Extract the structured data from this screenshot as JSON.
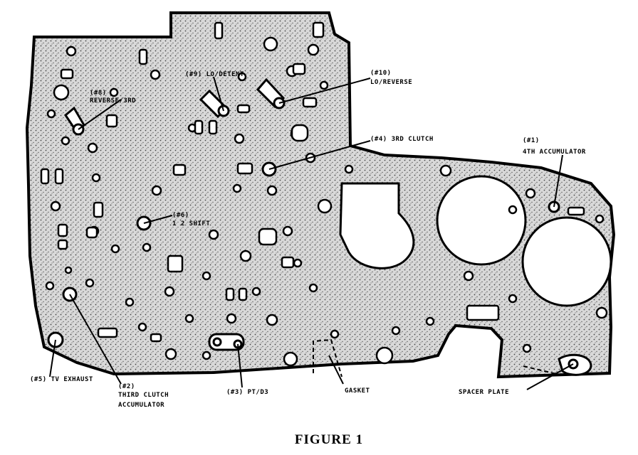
{
  "figure_caption": "FIGURE 1",
  "callouts": {
    "reverse_3rd": {
      "tag": "(#8)",
      "name": "REVERSE/3RD"
    },
    "lo_detent": {
      "tag": "(#9) LO/DETENT"
    },
    "lo_reverse": {
      "tag": "(#10)",
      "name": "LO/REVERSE"
    },
    "third_clutch": {
      "tag": "(#4) 3RD CLUTCH"
    },
    "fourth_accumulator": {
      "tag": "(#1)",
      "name": "4TH ACCUMULATOR"
    },
    "shift_12": {
      "tag": "(#6)",
      "name": "1 2 SHIFT"
    },
    "tv_exhaust": {
      "tag": "(#5) TV EXHAUST"
    },
    "third_clutch_accumulator": {
      "tag": "(#2)",
      "line1": "THIRD CLUTCH",
      "line2": "ACCUMULATOR"
    },
    "pt_d3": {
      "tag": "(#3) PT/D3"
    },
    "gasket": {
      "name": "GASKET"
    },
    "spacer_plate": {
      "name": "SPACER PLATE"
    }
  }
}
